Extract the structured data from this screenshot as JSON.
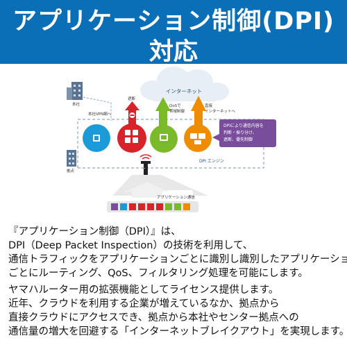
{
  "banner": {
    "line1": "アプリケーション制御(DPI)",
    "line2": "対応"
  },
  "diagram": {
    "internet_label": "インターネット",
    "honsha_label": "本社",
    "kyoten_label": "拠点",
    "vpn_label": "本社VPN網へ",
    "block_label": "遮断",
    "qos_label_1": "QoSで",
    "qos_label_2": "帯域制御",
    "direct_label_1": "直接",
    "direct_label_2": "インターネットへ",
    "callout_lines": [
      "DPIにより通信内容を",
      "判断・振り分け、",
      "遮断、優先制御"
    ],
    "engine_label": "DPI エンジン",
    "traffic_label": "アプリケーション通信",
    "colors": {
      "blue": "#1a9ad6",
      "red": "#d8232a",
      "green": "#7ab929",
      "orange": "#f08c00",
      "purple": "#7a4d9c",
      "banner": "#0b6fb8"
    }
  },
  "text": {
    "line1": "『アプリケーション制御（DPI）』は、",
    "line2": "DPI（Deep Packet Inspection）の技術を利用して、",
    "line3": "通信トラフィックをアプリケーションごとに識別し識別したアプリケーション",
    "line4": "ごとにルーティング、QoS、フィルタリング処理を可能にします。",
    "line5": "ヤマハルーター用の拡張機能としてライセンス提供します。",
    "line6": "近年、クラウドを利用する企業が増えているなか、拠点から",
    "line7": "直接クラウドにアクセスでき、拠点から本社やセンター拠点への",
    "line8": "通信量の増大を回避する「インターネットブレイクアウト」を実現します。"
  }
}
